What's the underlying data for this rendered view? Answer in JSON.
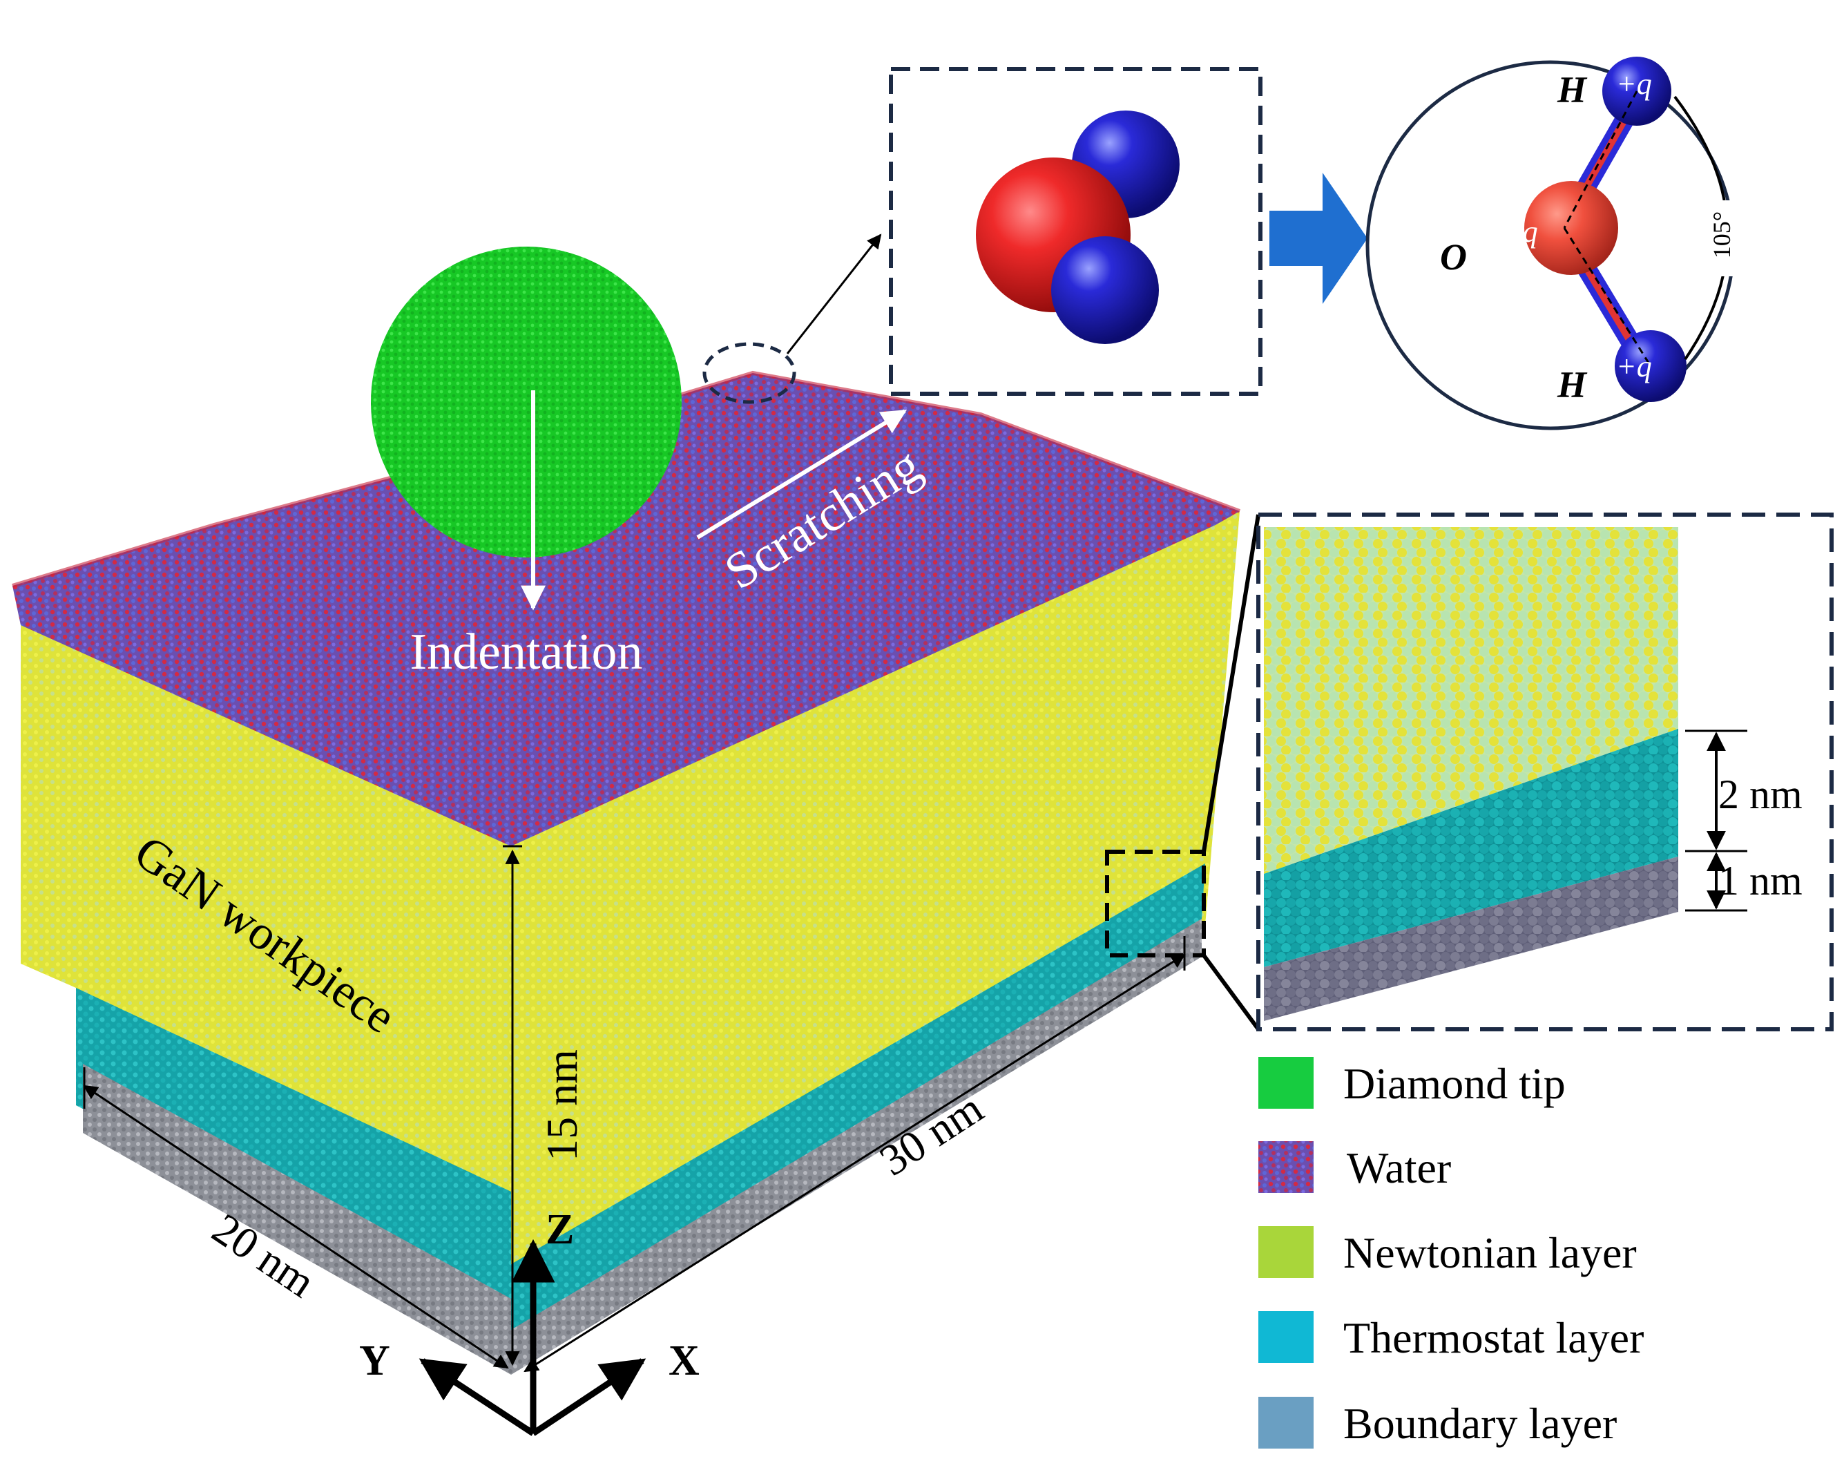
{
  "labels": {
    "indentation": "Indentation",
    "scratching": "Scratching",
    "workpiece": "GaN workpiece",
    "dim_height": "15 nm",
    "dim_width": "20 nm",
    "dim_length": "30 nm",
    "axis_z": "Z",
    "axis_y": "Y",
    "axis_x": "X",
    "layer_2nm": "2 nm",
    "layer_1nm": "1 nm"
  },
  "molecule": {
    "h_top": "H",
    "h_bottom": "H",
    "o": "O",
    "charge_h_top": "+q",
    "charge_h_bottom": "+q",
    "charge_o": "-2q",
    "angle": "105°"
  },
  "legend": {
    "items": [
      {
        "label": "Diamond tip",
        "color": "#22cc3a"
      },
      {
        "label": "Water",
        "color": "#7a4aa8"
      },
      {
        "label": "Newtonian layer",
        "color": "#a9d63a"
      },
      {
        "label": "Thermostat layer",
        "color": "#1ab8cc"
      },
      {
        "label": "Boundary layer",
        "color": "#6a9fc2"
      }
    ]
  },
  "colors": {
    "diamond": "#1fd12e",
    "water_red": "#d8283c",
    "water_blue": "#6a5ad0",
    "newtonian_yellow": "#e6e62a",
    "newtonian_light": "#b9e6a0",
    "thermostat": "#1aaeb0",
    "boundary": "#8a8e96",
    "frame": "#1c2a44",
    "arrow_blue": "#1f6fd0"
  }
}
